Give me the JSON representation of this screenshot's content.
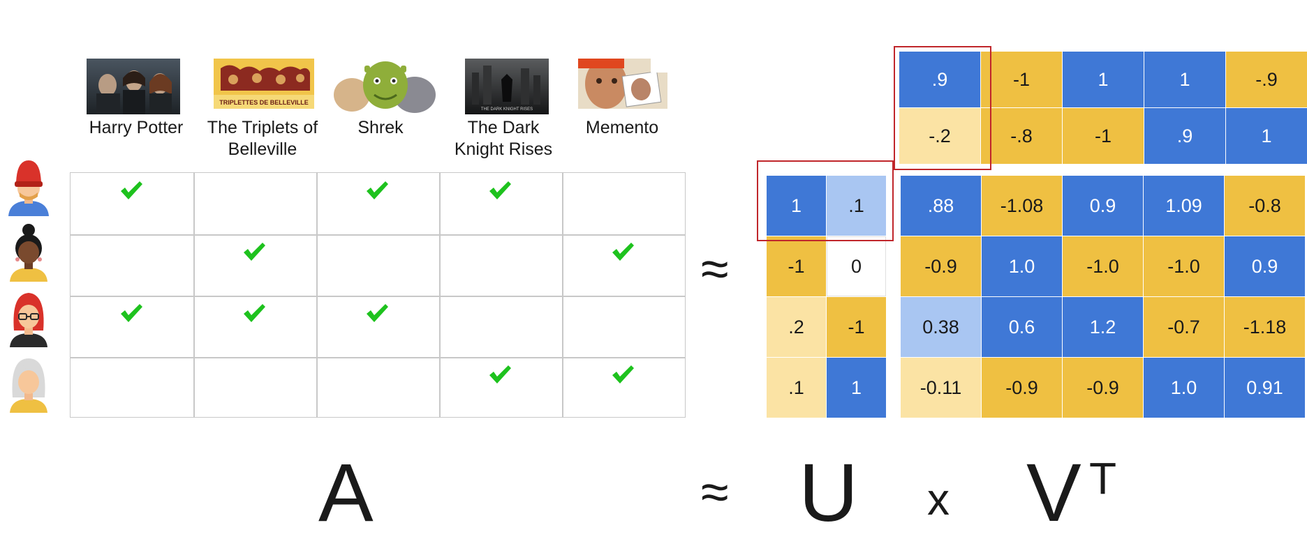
{
  "movies": [
    {
      "title": "Harry Potter",
      "lines": [
        "Harry Potter"
      ],
      "poster_text": ""
    },
    {
      "title": "The Triplets of Belleville",
      "lines": [
        "The Triplets of",
        "Belleville"
      ],
      "poster_text": "TRIPLETTES DE BELLEVILLE"
    },
    {
      "title": "Shrek",
      "lines": [
        "Shrek"
      ],
      "poster_text": ""
    },
    {
      "title": "The Dark Knight Rises",
      "lines": [
        "The Dark",
        "Knight Rises"
      ],
      "poster_text": "THE DARK KNIGHT RISES"
    },
    {
      "title": "Memento",
      "lines": [
        "Memento"
      ],
      "poster_text": ""
    }
  ],
  "users": [
    {
      "avatar": "red-beanie-user-icon"
    },
    {
      "avatar": "bun-hair-user-icon"
    },
    {
      "avatar": "red-hair-glasses-user-icon"
    },
    {
      "avatar": "white-hair-user-icon"
    }
  ],
  "ratings": [
    [
      1,
      0,
      1,
      1,
      0
    ],
    [
      0,
      1,
      0,
      0,
      1
    ],
    [
      1,
      1,
      1,
      0,
      0
    ],
    [
      0,
      0,
      0,
      1,
      1
    ]
  ],
  "matrix_u": [
    [
      {
        "v": "1",
        "c": "blue"
      },
      {
        "v": ".1",
        "c": "lightblue"
      }
    ],
    [
      {
        "v": "-1",
        "c": "yellow"
      },
      {
        "v": "0",
        "c": "white"
      }
    ],
    [
      {
        "v": ".2",
        "c": "lightyellow"
      },
      {
        "v": "-1",
        "c": "yellow"
      }
    ],
    [
      {
        "v": ".1",
        "c": "lightyellow"
      },
      {
        "v": "1",
        "c": "blue"
      }
    ]
  ],
  "matrix_vt": [
    [
      {
        "v": ".9",
        "c": "blue"
      },
      {
        "v": "-1",
        "c": "yellow"
      },
      {
        "v": "1",
        "c": "blue"
      },
      {
        "v": "1",
        "c": "blue"
      },
      {
        "v": "-.9",
        "c": "yellow"
      }
    ],
    [
      {
        "v": "-.2",
        "c": "lightyellow"
      },
      {
        "v": "-.8",
        "c": "yellow"
      },
      {
        "v": "-1",
        "c": "yellow"
      },
      {
        "v": ".9",
        "c": "blue"
      },
      {
        "v": "1",
        "c": "blue"
      }
    ]
  ],
  "matrix_product": [
    [
      {
        "v": ".88",
        "c": "blue"
      },
      {
        "v": "-1.08",
        "c": "yellow"
      },
      {
        "v": "0.9",
        "c": "blue"
      },
      {
        "v": "1.09",
        "c": "blue"
      },
      {
        "v": "-0.8",
        "c": "yellow"
      }
    ],
    [
      {
        "v": "-0.9",
        "c": "yellow"
      },
      {
        "v": "1.0",
        "c": "blue"
      },
      {
        "v": "-1.0",
        "c": "yellow"
      },
      {
        "v": "-1.0",
        "c": "yellow"
      },
      {
        "v": "0.9",
        "c": "blue"
      }
    ],
    [
      {
        "v": "0.38",
        "c": "lightblue"
      },
      {
        "v": "0.6",
        "c": "blue"
      },
      {
        "v": "1.2",
        "c": "blue"
      },
      {
        "v": "-0.7",
        "c": "yellow"
      },
      {
        "v": "-1.18",
        "c": "yellow"
      }
    ],
    [
      {
        "v": "-0.11",
        "c": "lightyellow"
      },
      {
        "v": "-0.9",
        "c": "yellow"
      },
      {
        "v": "-0.9",
        "c": "yellow"
      },
      {
        "v": "1.0",
        "c": "blue"
      },
      {
        "v": "0.91",
        "c": "blue"
      }
    ]
  ],
  "symbols": {
    "approx_middle": "≈",
    "approx_bottom": "≈",
    "label_a": "A",
    "label_u": "U",
    "label_x": "x",
    "label_v": "V",
    "label_t": "T"
  },
  "colors": {
    "blue": "#3f78d6",
    "yellow": "#efc042",
    "light_blue": "#a9c6f2",
    "light_yellow": "#fbe3a4",
    "highlight": "#c0262b",
    "check": "#1ec21e"
  }
}
